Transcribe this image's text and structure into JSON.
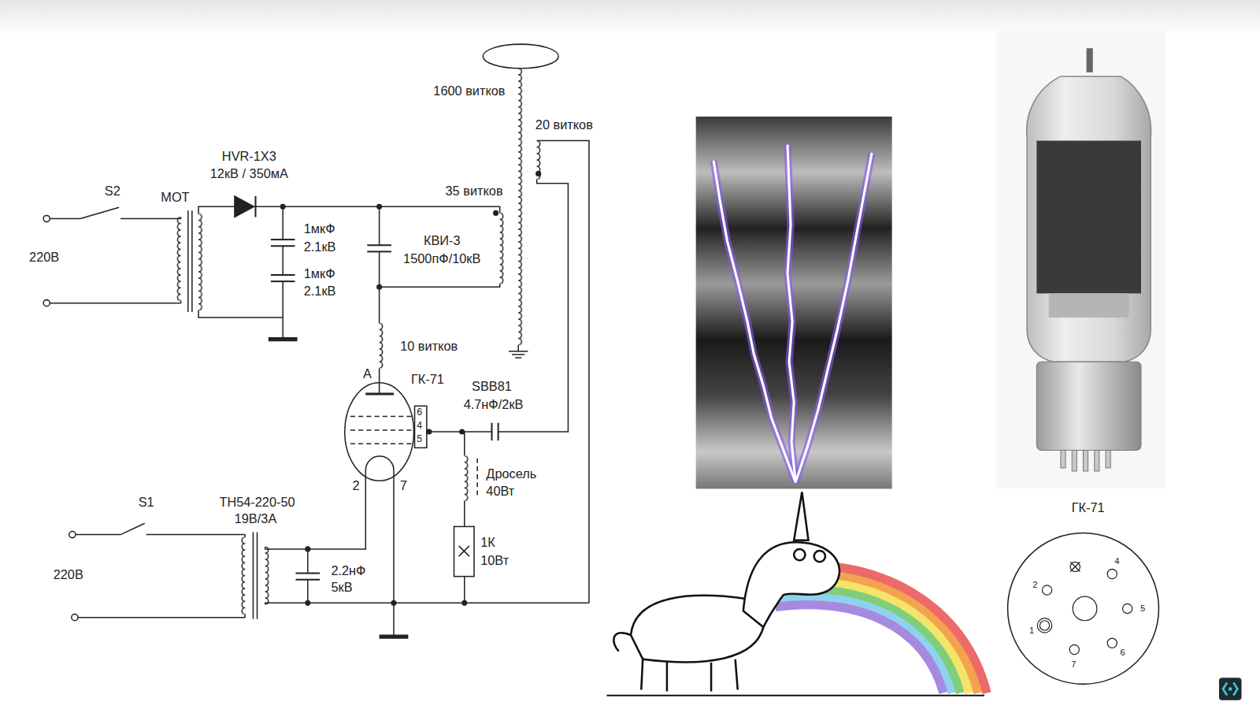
{
  "diagram": {
    "nodes": [
      {
        "text": [
          "6",
          "4",
          "5"
        ]
      },
      {
        "text": [
          "4",
          "2",
          "5",
          "1",
          "6",
          "7"
        ]
      }
    ],
    "labels": [
      "HVR-1X3",
      "12кВ / 350мА",
      "S2",
      "MOT",
      "220В",
      "1мкФ",
      "2.1кВ",
      "1мкФ",
      "2.1кВ",
      "КВИ-3",
      "1500пФ/10кВ",
      "35 витков",
      "1600 витков",
      "20 витков",
      "10 витков",
      "А",
      "ГК-71",
      "2",
      "7",
      "SBB81",
      "4.7нФ/2кВ",
      "Дросель",
      "40Вт",
      "1К",
      "10Вт",
      "S1",
      "220В",
      "ТН54-220-50",
      "19В/3А",
      "2.2нФ",
      "5кВ",
      "ГК-71"
    ]
  }
}
